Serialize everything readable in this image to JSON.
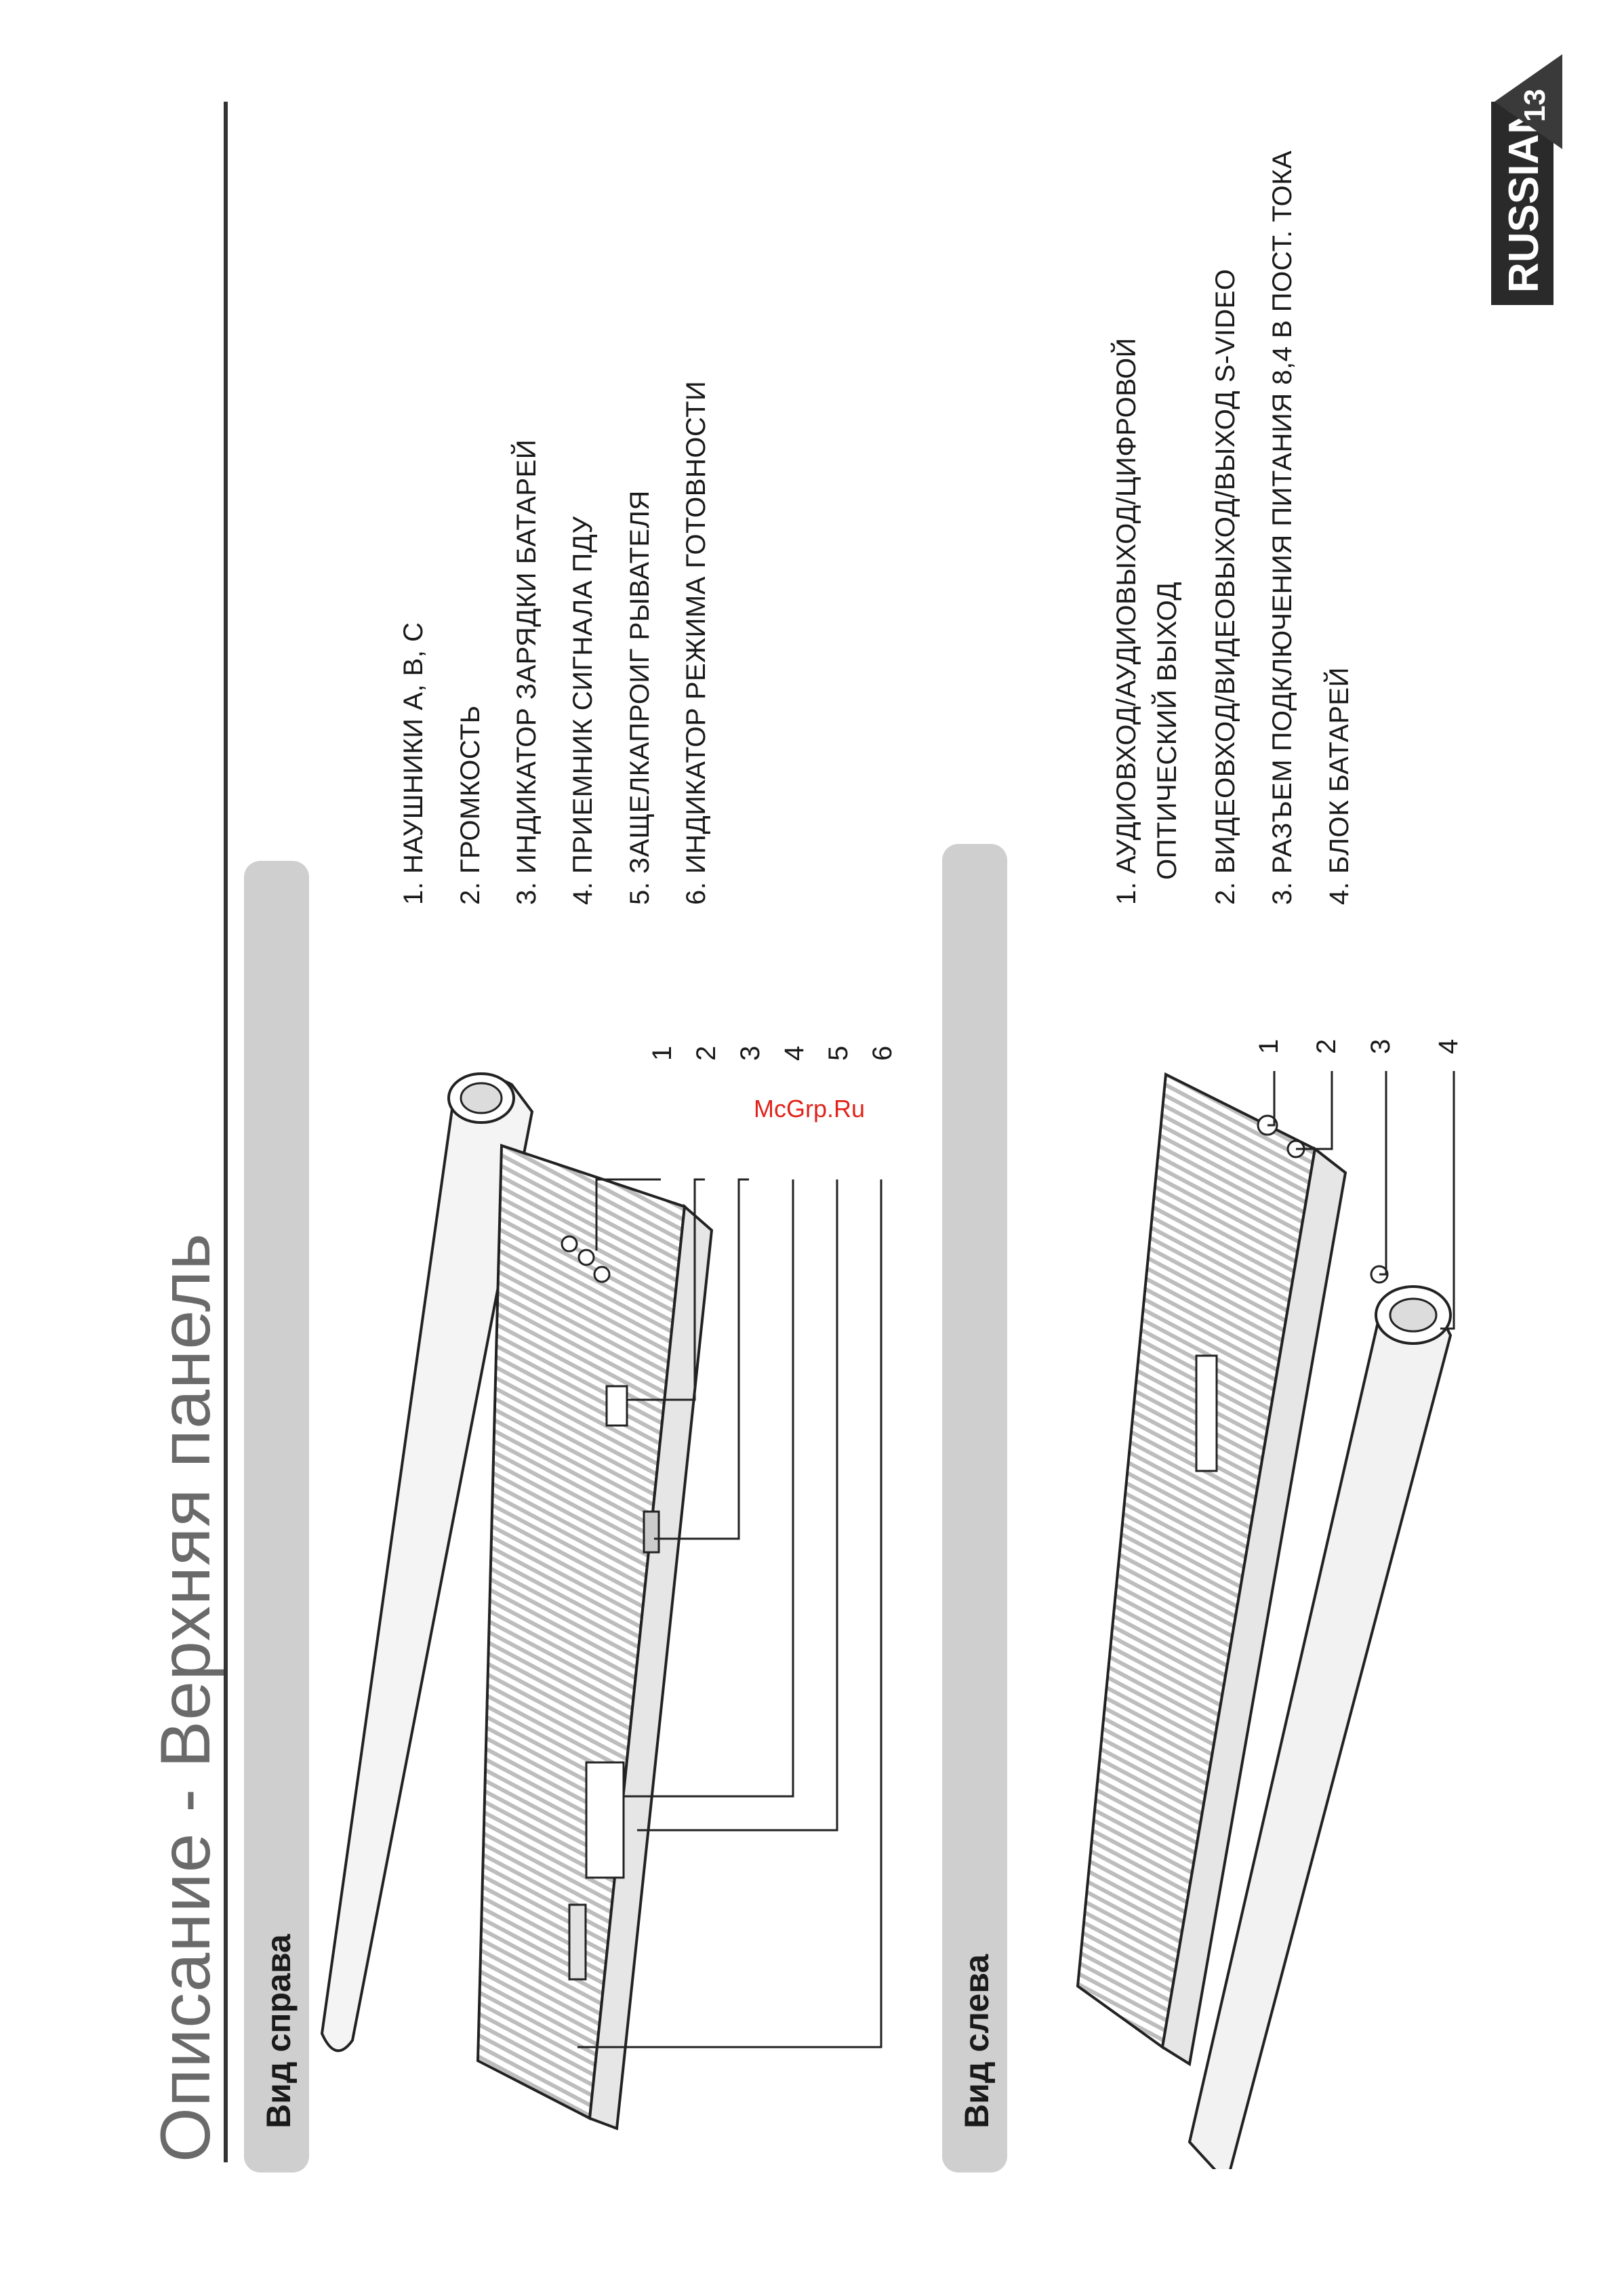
{
  "header": {
    "title": "Описание - Верхняя панель",
    "language_badge": "RUSSIAN",
    "page_number": "13"
  },
  "watermark": "McGrp.Ru",
  "sections": [
    {
      "heading": "Вид справа",
      "callout_numbers": [
        "1",
        "2",
        "3",
        "4",
        "5",
        "6"
      ],
      "items": [
        "1. НАУШНИКИ A, B, C",
        "2. ГРОМКОСТЬ",
        "3. ИНДИКАТОР ЗАРЯДКИ БАТАРЕЙ",
        "4. ПРИЕМНИК СИГНАЛА ПДУ",
        "5. ЗАЩЕЛКАПРОИГ РЫВАТЕЛЯ",
        "6. ИНДИКАТОР РЕЖИМА ГОТОВНОСТИ"
      ]
    },
    {
      "heading": "Вид слева",
      "callout_numbers": [
        "1",
        "2",
        "3",
        "4"
      ],
      "items": [
        "1. АУДИОВХОД/АУДИОВЫХОД/ЦИФРОВОЙ",
        "ОПТИЧЕСКИЙ ВЫХОД",
        "2. ВИДЕОВХОД/ВИДЕОВЫХОД/ВЫХОД S-VIDEO",
        "3. РАЗЪЕМ ПОДКЛЮЧЕНИЯ ПИТАНИЯ 8,4 В ПОСТ. ТОКА",
        "4. БЛОК БАТАРЕЙ"
      ]
    }
  ],
  "colors": {
    "title_gray": "#6a6a6a",
    "band_gray": "#cfcfcf",
    "ink": "#1a1a1a",
    "badge": "#2a2a2a",
    "watermark_red": "#e2231a"
  }
}
